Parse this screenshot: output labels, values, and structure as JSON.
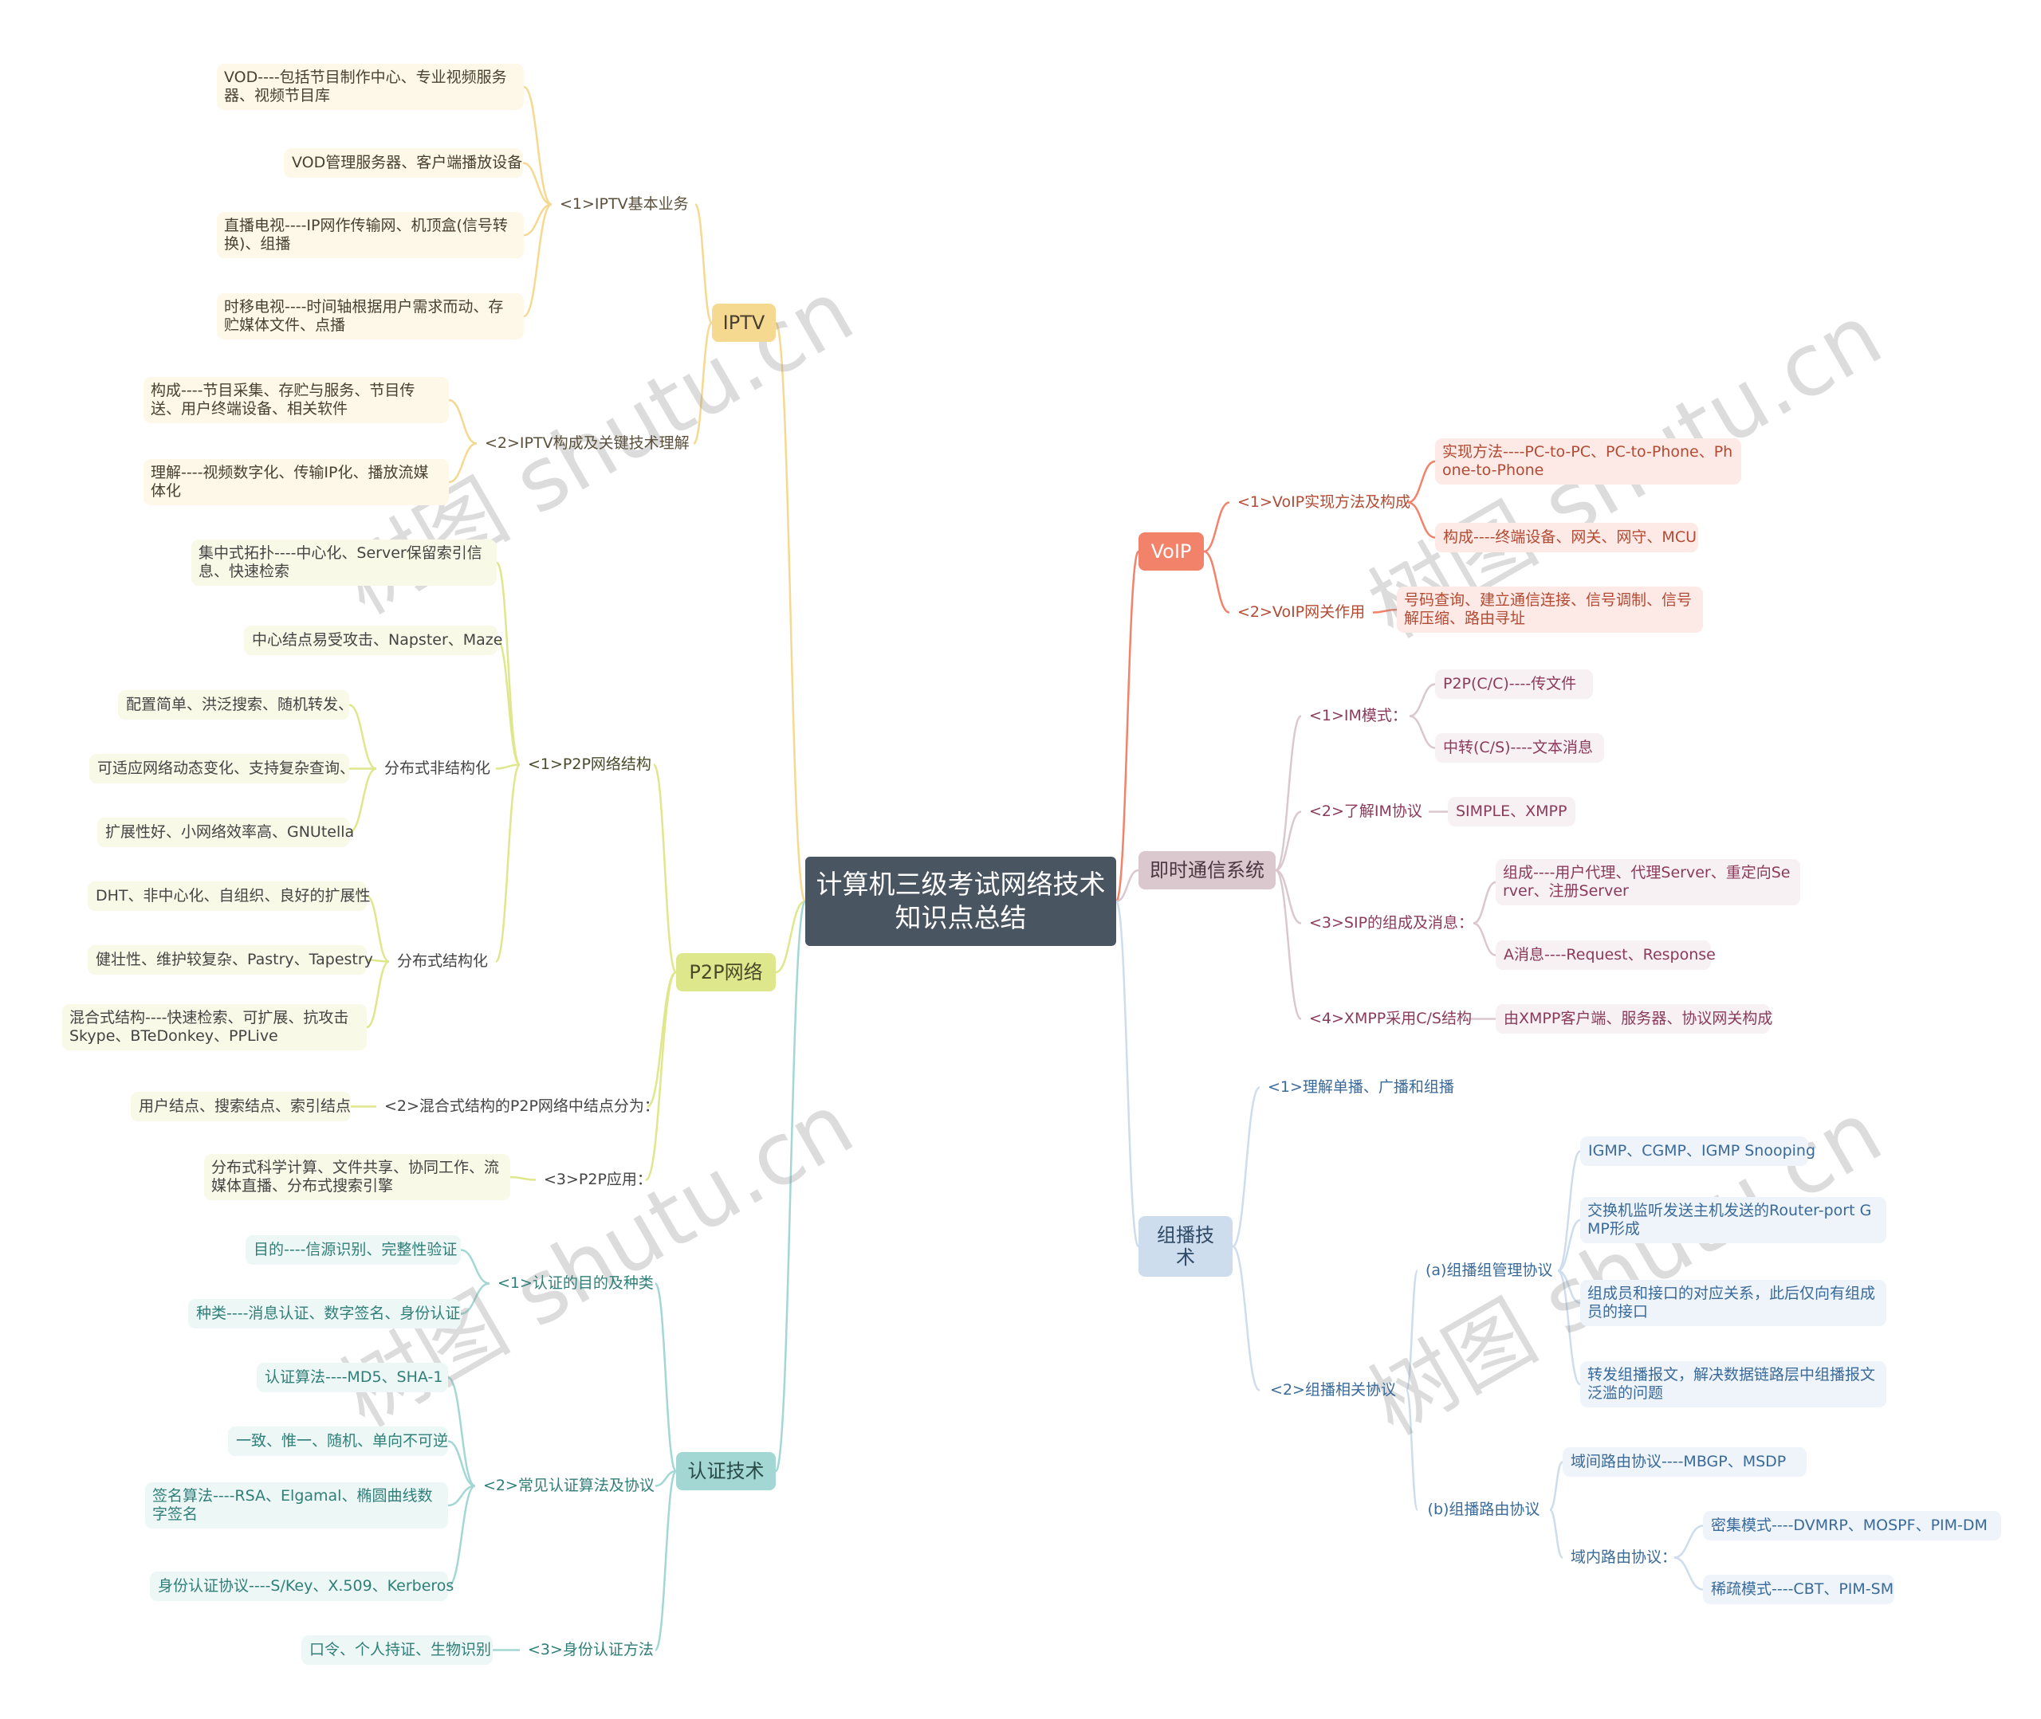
{
  "root": {
    "text": "计算机三级考试网络技术知识点总结"
  },
  "colors": {
    "iptv": "#f6d991",
    "p2p": "#dfe78c",
    "auth": "#a3d7d4",
    "voip": "#f2826a",
    "im": "#dbc8cf",
    "mc": "#cddded"
  },
  "iptv": {
    "label": "IPTV",
    "b1": {
      "label": "<1>IPTV基本业务",
      "items": [
        "VOD----包括节目制作中心、专业视频服务器、视频节目库",
        "VOD管理服务器、客户端播放设备",
        "直播电视----IP网作传输网、机顶盒(信号转换)、组播",
        "时移电视----时间轴根据用户需求而动、存贮媒体文件、点播"
      ]
    },
    "b2": {
      "label": "<2>IPTV构成及关键技术理解",
      "items": [
        "构成----节目采集、存贮与服务、节目传送、用户终端设备、相关软件",
        "理解----视频数字化、传输IP化、播放流媒体化"
      ]
    }
  },
  "p2p": {
    "label": "P2P网络",
    "b1": {
      "label": "<1>P2P网络结构",
      "items": [
        "集中式拓扑----中心化、Server保留索引信息、快速检索",
        "中心结点易受攻击、Napster、Maze"
      ],
      "unstructured": {
        "label": "分布式非结构化",
        "items": [
          "配置简单、洪泛搜索、随机转发、",
          "可适应网络动态变化、支持复杂查询、",
          "扩展性好、小网络效率高、GNUtella"
        ]
      },
      "structured": {
        "label": "分布式结构化",
        "items": [
          "DHT、非中心化、自组织、良好的扩展性",
          "健壮性、维护较复杂、Pastry、Tapestry",
          "混合式结构----快速检索、可扩展、抗攻击 Skype、BTeDonkey、PPLive"
        ]
      }
    },
    "b2": {
      "label": "<2>混合式结构的P2P网络中结点分为：",
      "item": "用户结点、搜索结点、索引结点"
    },
    "b3": {
      "label": "<3>P2P应用：",
      "item": "分布式科学计算、文件共享、协同工作、流媒体直播、分布式搜索引擎"
    }
  },
  "auth": {
    "label": "认证技术",
    "b1": {
      "label": "<1>认证的目的及种类",
      "items": [
        "目的----信源识别、完整性验证",
        "种类----消息认证、数字签名、身份认证"
      ]
    },
    "b2": {
      "label": "<2>常见认证算法及协议",
      "items": [
        "认证算法----MD5、SHA-1",
        "一致、惟一、随机、单向不可逆",
        "签名算法----RSA、Elgamal、椭圆曲线数字签名",
        "身份认证协议----S/Key、X.509、Kerberos"
      ]
    },
    "b3": {
      "label": "<3>身份认证方法",
      "item": "口令、个人持证、生物识别"
    }
  },
  "voip": {
    "label": "VoIP",
    "b1": {
      "label": "<1>VoIP实现方法及构成",
      "items": [
        "实现方法----PC-to-PC、PC-to-Phone、Phone-to-Phone",
        "构成----终端设备、网关、网守、MCU"
      ]
    },
    "b2": {
      "label": "<2>VoIP网关作用",
      "item": "号码查询、建立通信连接、信号调制、信号解压缩、路由寻址"
    }
  },
  "im": {
    "label": "即时通信系统",
    "b1": {
      "label": "<1>IM模式：",
      "items": [
        "P2P(C/C)----传文件",
        "中转(C/S)----文本消息"
      ]
    },
    "b2": {
      "label": "<2>了解IM协议",
      "item": "SIMPLE、XMPP"
    },
    "b3": {
      "label": "<3>SIP的组成及消息：",
      "items": [
        "组成----用户代理、代理Server、重定向Server、注册Server",
        "A消息----Request、Response"
      ]
    },
    "b4": {
      "label": "<4>XMPP采用C/S结构",
      "item": "由XMPP客户端、服务器、协议网关构成"
    }
  },
  "mc": {
    "label": "组播技术",
    "b1": {
      "label": "<1>理解单播、广播和组播"
    },
    "b2": {
      "label": "<2>组播相关协议",
      "a": {
        "label": "(a)组播组管理协议",
        "items": [
          "IGMP、CGMP、IGMP Snooping",
          "交换机监听发送主机发送的Router-port GMP形成",
          "组成员和接口的对应关系，此后仅向有组成员的接口",
          "转发组播报文，解决数据链路层中组播报文泛滥的问题"
        ]
      },
      "b": {
        "label": "(b)组播路由协议",
        "item1": "域间路由协议----MBGP、MSDP",
        "intra": {
          "label": "域内路由协议：",
          "items": [
            "密集模式----DVMRP、MOSPF、PIM-DM",
            "稀疏模式----CBT、PIM-SM"
          ]
        }
      }
    }
  },
  "watermark": "树图 shutu.cn"
}
